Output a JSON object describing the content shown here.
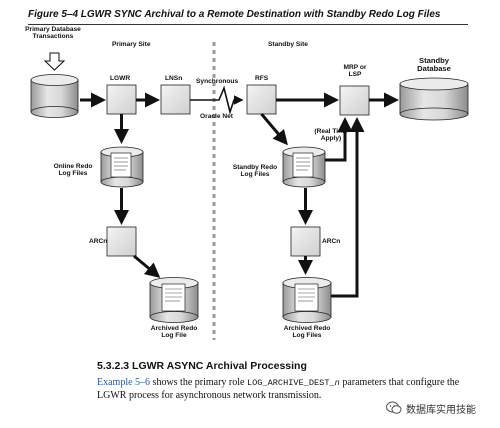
{
  "figure": {
    "title": "Figure 5–4    LGWR SYNC Archival to a Remote Destination with Standby Redo Log Files"
  },
  "sites": {
    "primary": "Primary Site",
    "standby": "Standby Site"
  },
  "nodes": {
    "primary_db": "Primary Database Transactions",
    "lgwr": "LGWR",
    "lnsn": "LNSn",
    "rfs": "RFS",
    "mrp": "MRP or LSP",
    "standby_db": "Standby Database",
    "online_logs": "Online Redo Log Files",
    "standby_logs": "Standby Redo Log Files",
    "arcn_primary": "ARCn",
    "arcn_standby": "ARCn",
    "archived_primary": "Archived Redo Log File",
    "archived_standby": "Archived Redo Log Files"
  },
  "connections": {
    "synchronous": "Synchronous",
    "oracle_net": "Oracle Net",
    "real_time_apply": "(Real Time Apply)"
  },
  "section": {
    "title": "5.3.2.3  LGWR ASYNC Archival Processing",
    "para_link": "Example 5–6",
    "para_text1": " shows the primary role ",
    "para_code": "LOG_ARCHIVE_DEST_",
    "para_code_n": "n",
    "para_text2": " parameters that configure the LGWR process for asynchronous network transmission."
  },
  "watermark": {
    "text": "数据库实用技能",
    "icon": "wechat-icon"
  }
}
